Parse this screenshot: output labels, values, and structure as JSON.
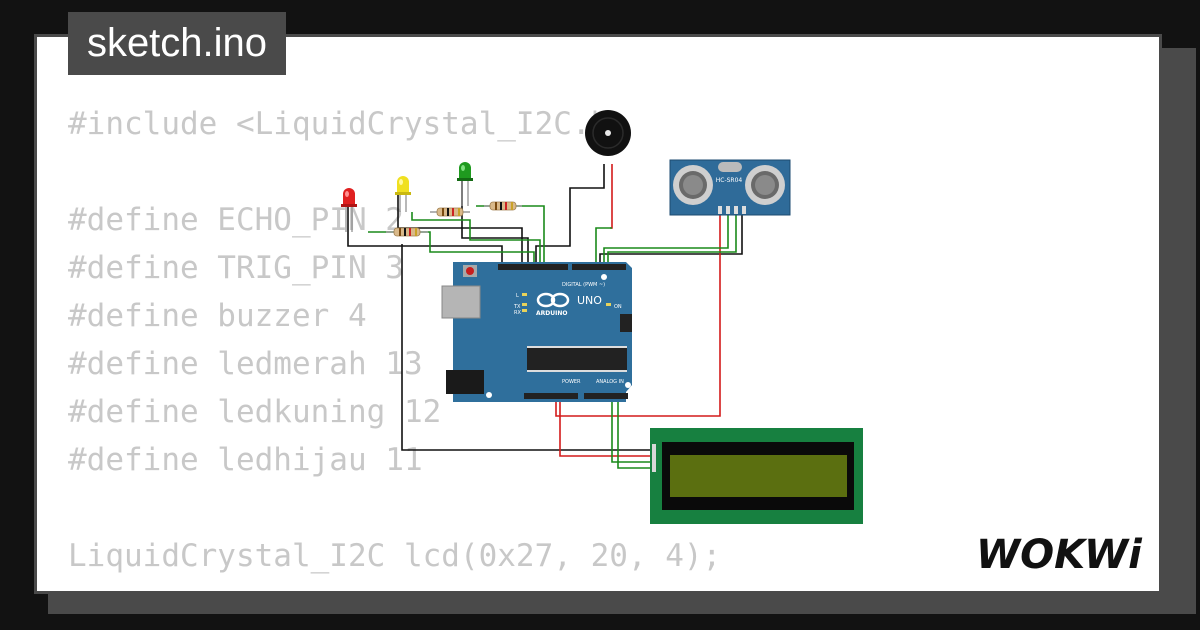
{
  "file_tab": {
    "label": "sketch.ino"
  },
  "code": {
    "lines": [
      "#include <LiquidCrystal_I2C.h>",
      "",
      "#define ECHO_PIN 2",
      "#define TRIG_PIN 3",
      "#define buzzer 4",
      "#define ledmerah 13",
      "#define ledkuning 12",
      "#define ledhijau 11",
      "",
      "LiquidCrystal_I2C lcd(0x27, 20, 4);"
    ]
  },
  "circuit": {
    "arduino": {
      "model_label": "UNO",
      "brand_label": "ARDUINO",
      "digital_label": "DIGITAL (PWM ~)",
      "analog_label": "ANALOG IN",
      "power_label": "POWER",
      "on_label": "ON",
      "tx_label": "TX",
      "rx_label": "RX",
      "l_label": "L"
    },
    "sensor": {
      "label": "HC-SR04"
    }
  },
  "logo": {
    "text": "WOKWi"
  },
  "colors": {
    "background": "#121212",
    "card": "#ffffff",
    "frame": "#4a4a4a",
    "code_text": "#c8c8c8",
    "arduino_board": "#2f6f9c",
    "sensor_board": "#2f6b99",
    "lcd_board": "#178040",
    "lcd_screen": "#5b6f10",
    "wire_green": "#1a8a1a",
    "wire_red": "#d41a1a",
    "wire_black": "#111111"
  }
}
